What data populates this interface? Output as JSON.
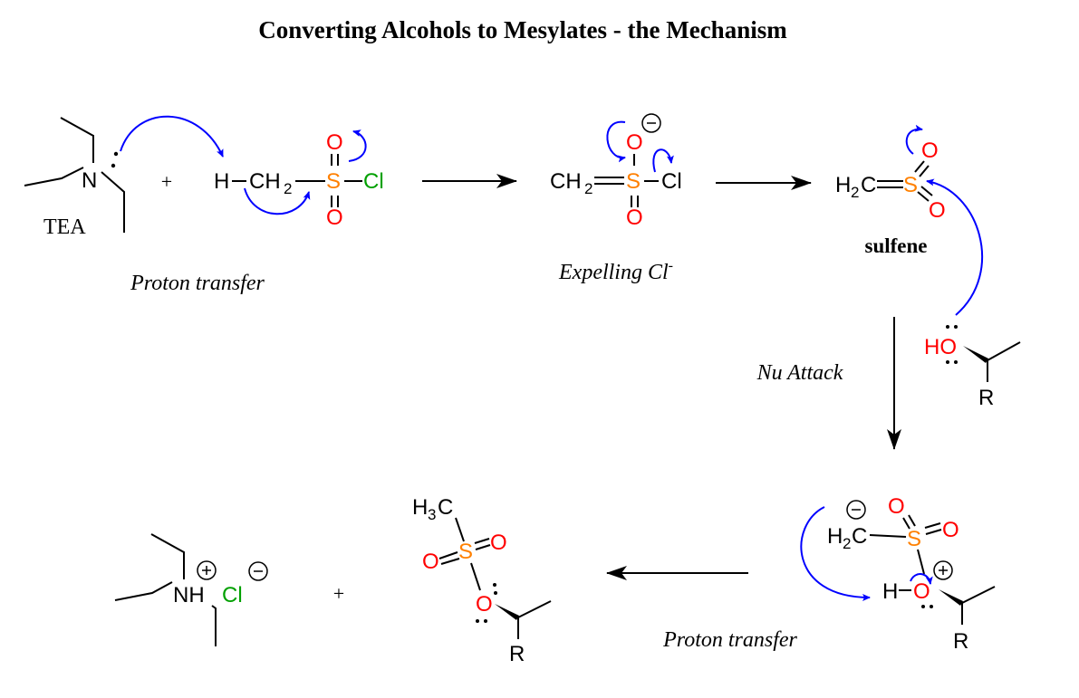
{
  "title": "Converting Alcohols to Mesylates - the Mechanism",
  "colors": {
    "oxygen": "#ff0000",
    "sulfur": "#ff8000",
    "chlorine": "#00a000",
    "arrow": "#0000ff",
    "text": "#000000"
  },
  "step1": {
    "reagent_label": "TEA",
    "plus": "+",
    "h": "H",
    "ch": "CH",
    "sub2": "2",
    "s": "S",
    "o": "O",
    "cl": "Cl",
    "caption": "Proton transfer",
    "n": "N"
  },
  "step2": {
    "ch": "CH",
    "sub2": "2",
    "s": "S",
    "o": "O",
    "cl": "Cl",
    "charge": "−",
    "caption": "Expelling Cl",
    "caption_sup": "-"
  },
  "step3": {
    "h": "H",
    "sub2": "2",
    "c": "C",
    "s": "S",
    "o": "O",
    "name": "sulfene",
    "alcohol_ho": "HO",
    "r": "R",
    "caption": "Nu Attack"
  },
  "step4": {
    "h": "H",
    "sub2": "2",
    "c": "C",
    "s": "S",
    "o": "O",
    "neg": "−",
    "pos": "+",
    "oh_h": "H",
    "r": "R",
    "caption": "Proton transfer"
  },
  "products": {
    "nh": "NH",
    "pos": "+",
    "cl": "Cl",
    "neg": "−",
    "plus": "+",
    "h": "H",
    "sub3": "3",
    "c": "C",
    "s": "S",
    "o": "O",
    "r": "R"
  }
}
